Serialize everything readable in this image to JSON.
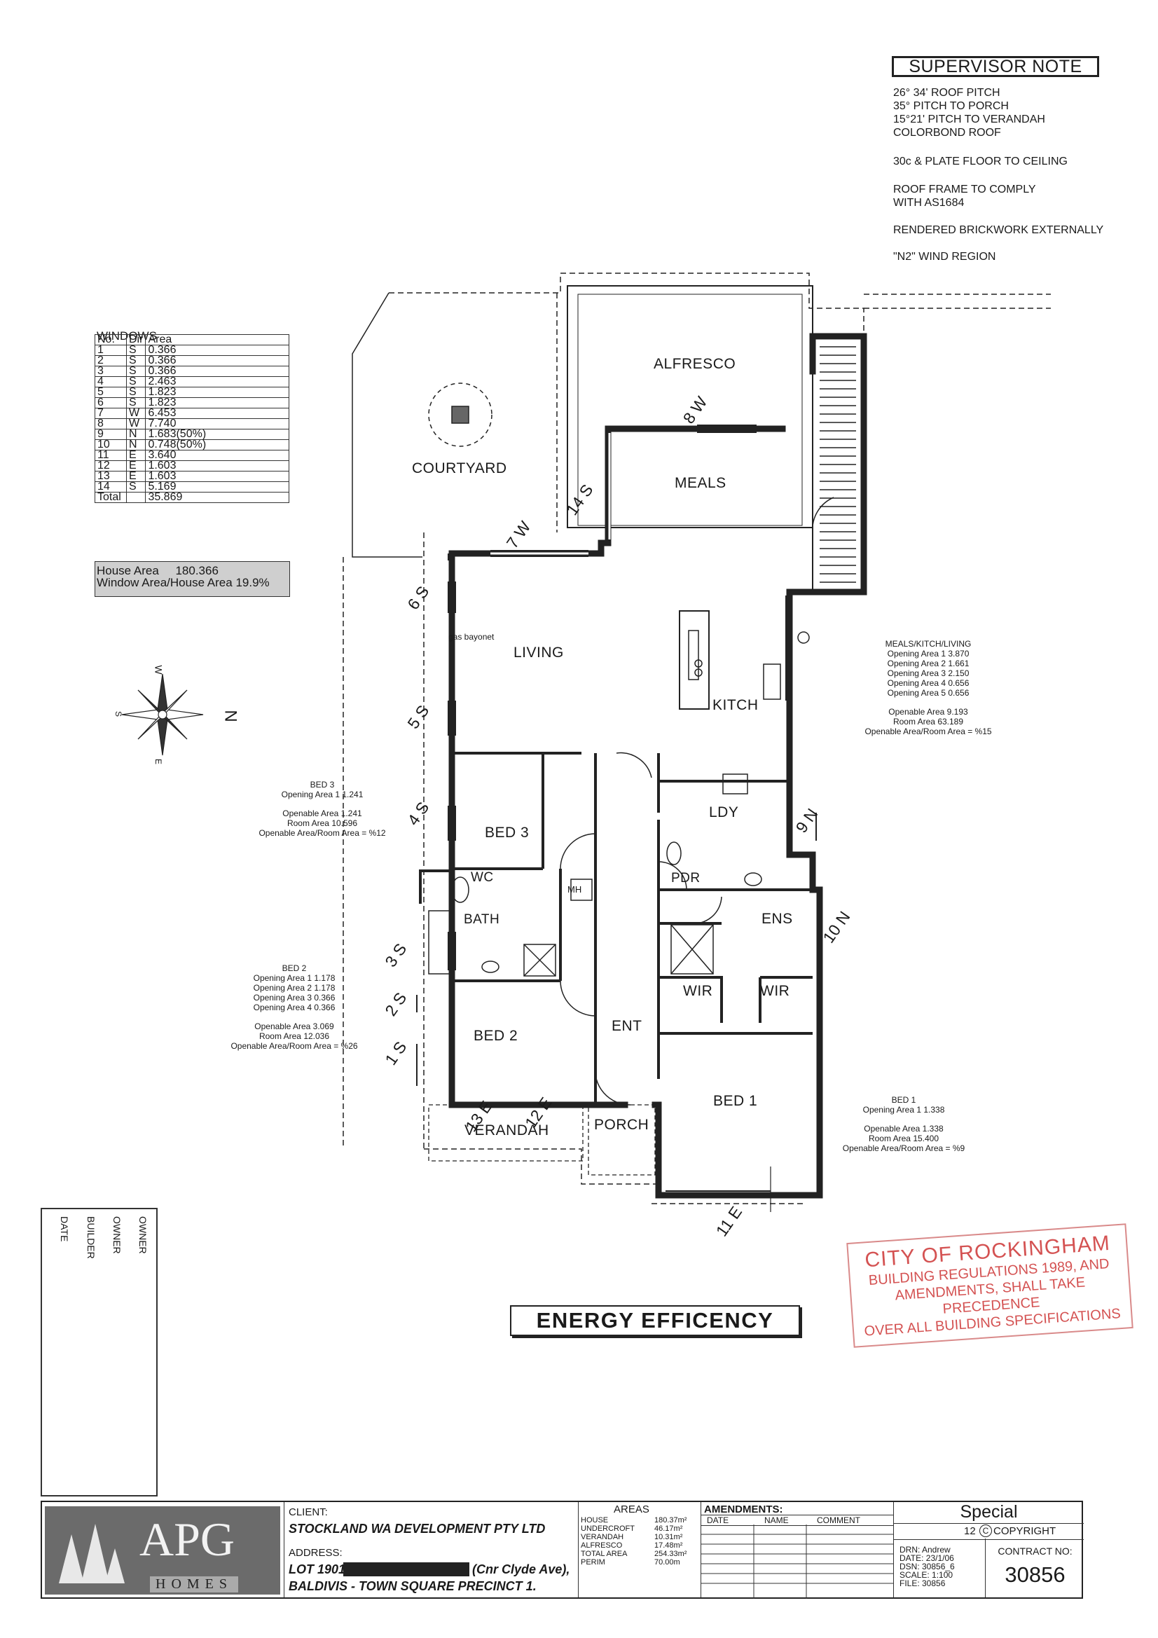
{
  "supervisor_note": {
    "title": "SUPERVISOR NOTE",
    "lines": [
      "26° 34' ROOF PITCH",
      "35° PITCH TO PORCH",
      "15°21' PITCH TO VERANDAH",
      "COLORBOND ROOF",
      "30c & PLATE FLOOR TO CEILING",
      "ROOF FRAME TO COMPLY",
      "WITH AS1684",
      "RENDERED BRICKWORK EXTERNALLY",
      "\"N2\" WIND REGION"
    ]
  },
  "windows": {
    "title": "WINDOWS",
    "headers": [
      "No.",
      "Dir",
      "Area"
    ],
    "rows": [
      [
        "1",
        "S",
        "0.366"
      ],
      [
        "2",
        "S",
        "0.366"
      ],
      [
        "3",
        "S",
        "0.366"
      ],
      [
        "4",
        "S",
        "2.463"
      ],
      [
        "5",
        "S",
        "1.823"
      ],
      [
        "6",
        "S",
        "1.823"
      ],
      [
        "7",
        "W",
        "6.453"
      ],
      [
        "8",
        "W",
        "7.740"
      ],
      [
        "9",
        "N",
        "1.683(50%)"
      ],
      [
        "10",
        "N",
        "0.748(50%)"
      ],
      [
        "11",
        "E",
        "3.640"
      ],
      [
        "12",
        "E",
        "1.603"
      ],
      [
        "13",
        "E",
        "1.603"
      ],
      [
        "14",
        "S",
        "5.169"
      ],
      [
        "Total",
        "",
        "35.869"
      ]
    ],
    "house_area_label": "House Area",
    "house_area_value": "180.366",
    "ratio": "Window Area/House Area 19.9%"
  },
  "rooms": {
    "alfresco": "ALFRESCO",
    "courtyard": "COURTYARD",
    "meals": "MEALS",
    "living": "LIVING",
    "kitch": "KITCH",
    "bed3": "BED 3",
    "ldy": "LDY",
    "wc": "WC",
    "pdr": "PDR",
    "bath": "BATH",
    "ens": "ENS",
    "wir1": "WIR",
    "wir2": "WIR",
    "ent": "ENT",
    "bed2": "BED 2",
    "bed1": "BED 1",
    "verandah": "VERANDAH",
    "porch": "PORCH",
    "gas": "gas bayonet",
    "mh": "MH"
  },
  "window_labels": [
    "8 W",
    "14 S",
    "7 W",
    "6 S",
    "5 S",
    "4 S",
    "9 N",
    "10 N",
    "3 S",
    "2 S",
    "1 S",
    "13 E",
    "12 E",
    "11 E"
  ],
  "notes": {
    "meals": [
      "MEALS/KITCH/LIVING",
      "Opening Area 1 3.870",
      "Opening Area 2 1.661",
      "Opening Area 3 2.150",
      "Opening Area 4 0.656",
      "Opening Area 5 0.656",
      "",
      "Openable Area 9.193",
      "Room Area 63.189",
      "Openable Area/Room Area = %15"
    ],
    "bed3": [
      "BED 3",
      "Opening Area 1 1.241",
      "",
      "Openable Area 1.241",
      "Room Area 10.596",
      "Openable Area/Room Area = %12"
    ],
    "bed2": [
      "BED 2",
      "Opening Area 1 1.178",
      "Opening Area 2 1.178",
      "Opening Area 3 0.366",
      "Opening Area 4 0.366",
      "",
      "Openable Area 3.069",
      "Room Area 12.036",
      "Openable Area/Room Area = %26"
    ],
    "bed1": [
      "BED 1",
      "Opening Area 1 1.338",
      "",
      "Openable Area 1.338",
      "Room Area 15.400",
      "Openable Area/Room Area = %9"
    ]
  },
  "compass": {
    "n": "N",
    "s": "S",
    "w": "W",
    "e": "E"
  },
  "energy": "ENERGY EFFICENCY",
  "stamp": [
    "CITY OF ROCKINGHAM",
    "BUILDING REGULATIONS 1989, AND",
    "AMENDMENTS, SHALL TAKE PRECEDENCE",
    "OVER ALL BUILDING SPECIFICATIONS"
  ],
  "owner_box": [
    "OWNER",
    "OWNER",
    "BUILDER",
    "DATE"
  ],
  "titleblock": {
    "logo": "APG",
    "logo_sub": "HOMES",
    "client_label": "CLIENT:",
    "client": "STOCKLAND WA DEVELOPMENT PTY LTD",
    "address_label": "ADDRESS:",
    "address1a": "LOT 1901",
    "address1b": "(Cnr Clyde Ave),",
    "address2": "BALDIVIS - TOWN SQUARE PRECINCT 1.",
    "areas_title": "AREAS",
    "areas": [
      [
        "HOUSE",
        "180.37m²"
      ],
      [
        "UNDERCROFT",
        "46.17m²"
      ],
      [
        "VERANDAH",
        "10.31m²"
      ],
      [
        "ALFRESCO",
        "17.48m²"
      ],
      [
        "TOTAL AREA",
        "254.33m²"
      ],
      [
        "PERIM",
        "70.00m"
      ]
    ],
    "amend_title": "AMENDMENTS:",
    "amend_headers": [
      "DATE",
      "NAME",
      "COMMENT"
    ],
    "special": "Special",
    "sheet": "12",
    "copyright": "COPYRIGHT",
    "drn": "DRN:  Andrew",
    "date": "DATE:  23/1/06",
    "dsn": "DSN:  30856_6",
    "scale": "SCALE:  1:100",
    "file": "FILE:  30856",
    "contract_label": "CONTRACT NO:",
    "contract": "30856"
  }
}
